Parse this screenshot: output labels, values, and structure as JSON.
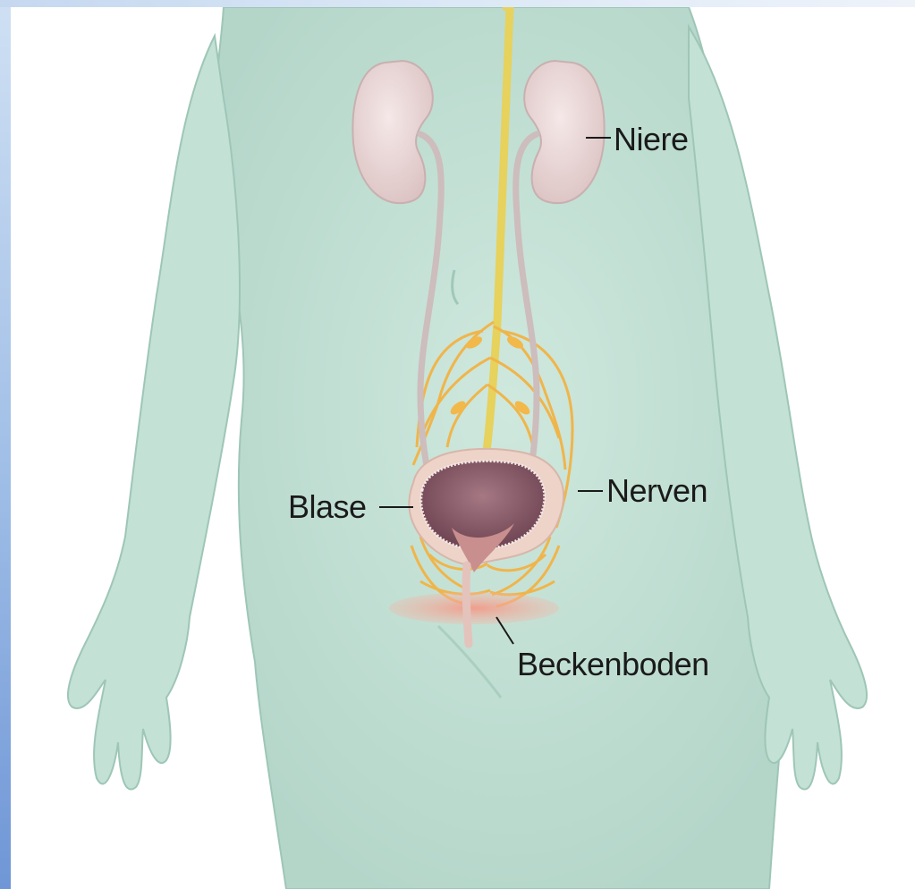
{
  "labels": {
    "kidney": "Niere",
    "bladder": "Blase",
    "nerves": "Nerven",
    "pelvic_floor": "Beckenboden"
  },
  "colors": {
    "skin": "#c6e2d7",
    "skin_shadow": "#a9cfc1",
    "kidney": "#ecd9d9",
    "ureter": "#ccbbbb",
    "spinal_cord": "#e8d45a",
    "nerves": "#f2b84a",
    "bladder_wall": "#e9c9bf",
    "bladder_inner": "#8a5a66",
    "pelvic_floor": "#f4a08f"
  }
}
